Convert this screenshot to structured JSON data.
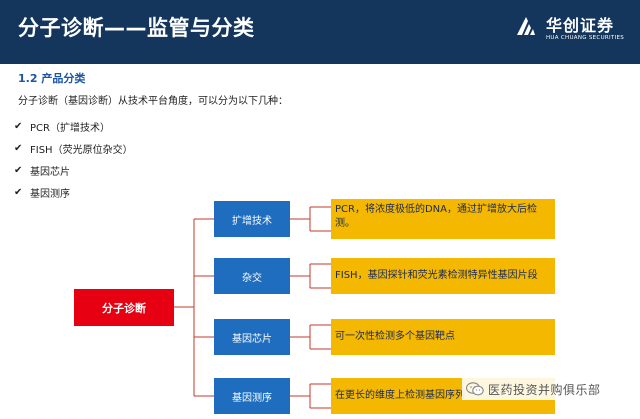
{
  "header": {
    "title": "分子诊断——监管与分类",
    "logo_cn": "华创证券",
    "logo_en": "HUA CHUANG SECURITIES"
  },
  "content": {
    "section_title": "1.2 产品分类",
    "intro": "分子诊断（基因诊断）从技术平台角度，可以分为以下几种：",
    "check_symbol": "✔",
    "items": [
      "PCR（扩增技术）",
      "FISH（荧光原位杂交）",
      "基因芯片",
      "基因测序"
    ]
  },
  "diagram": {
    "root": "分子诊断",
    "branches": [
      {
        "label": "扩增技术",
        "desc": "PCR，将浓度极低的DNA，通过扩增放大后检测。"
      },
      {
        "label": "杂交",
        "desc": "FISH，基因探针和荧光素检测特异性基因片段"
      },
      {
        "label": "基因芯片",
        "desc": "可一次性检测多个基因靶点"
      },
      {
        "label": "基因测序",
        "desc": "在更长的维度上检测基因序列"
      }
    ]
  },
  "watermark": {
    "text": "医药投资并购俱乐部",
    "icon": "wechat-icon"
  },
  "colors": {
    "header_bg": "#14355c",
    "section_title": "#1a56a6",
    "root_bg": "#e60012",
    "branch_bg": "#1f6dbf",
    "desc_bg": "#f5b800"
  }
}
